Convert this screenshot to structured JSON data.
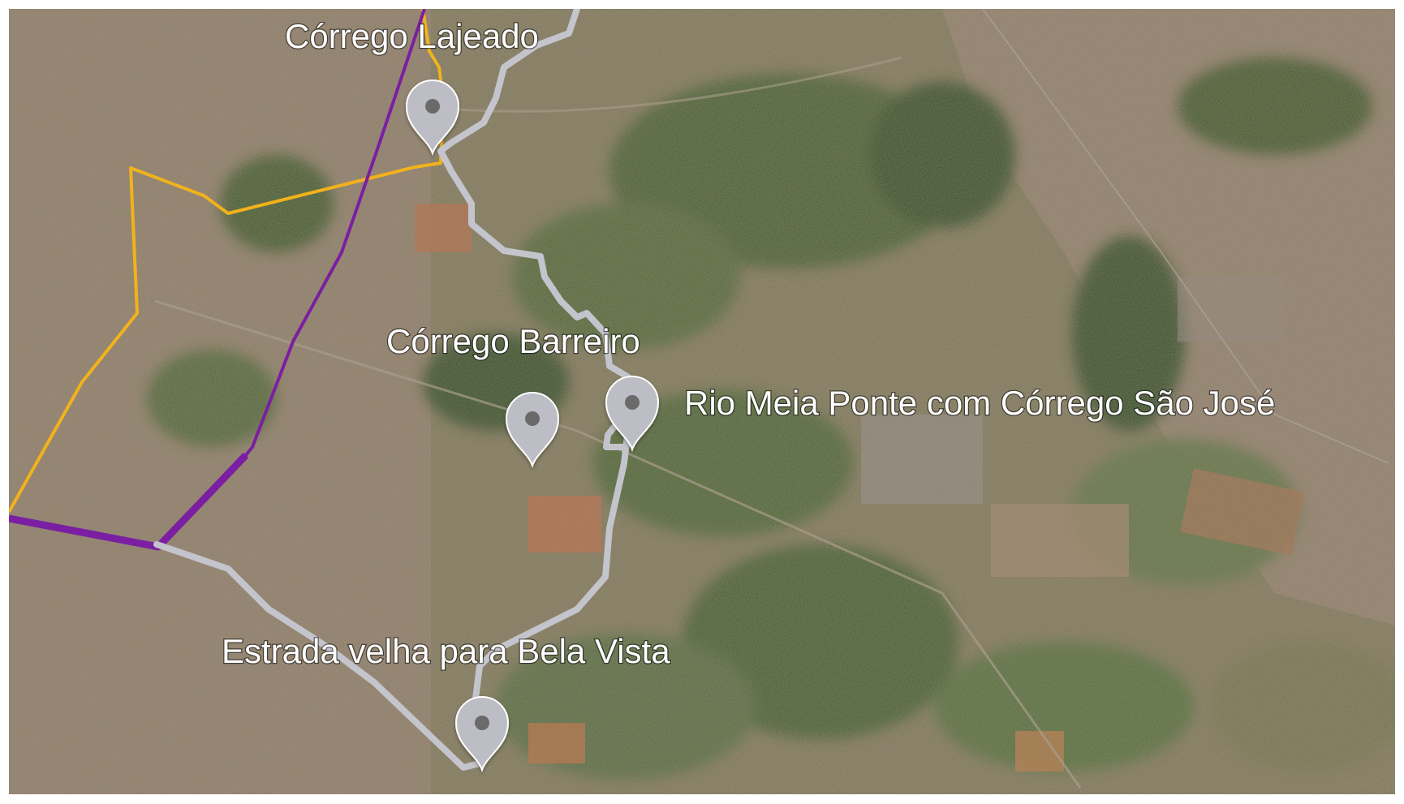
{
  "map": {
    "type": "satellite",
    "markers": [
      {
        "id": "corrego-lajeado",
        "label": "Córrego Lajeado"
      },
      {
        "id": "corrego-barreiro",
        "label": "Córrego Barreiro"
      },
      {
        "id": "rio-meia-ponte",
        "label": "Rio Meia Ponte com Córrego São José"
      },
      {
        "id": "estrada-velha",
        "label": "Estrada velha para Bela Vista"
      }
    ],
    "routes": [
      {
        "name": "gray-route",
        "color": "#c4c4cc"
      },
      {
        "name": "purple-route",
        "color": "#7b1fa2"
      },
      {
        "name": "yellow-route",
        "color": "#f2b21c"
      }
    ],
    "marker_color": "#bdbdc5",
    "marker_dot_color": "#6b6b6b"
  }
}
